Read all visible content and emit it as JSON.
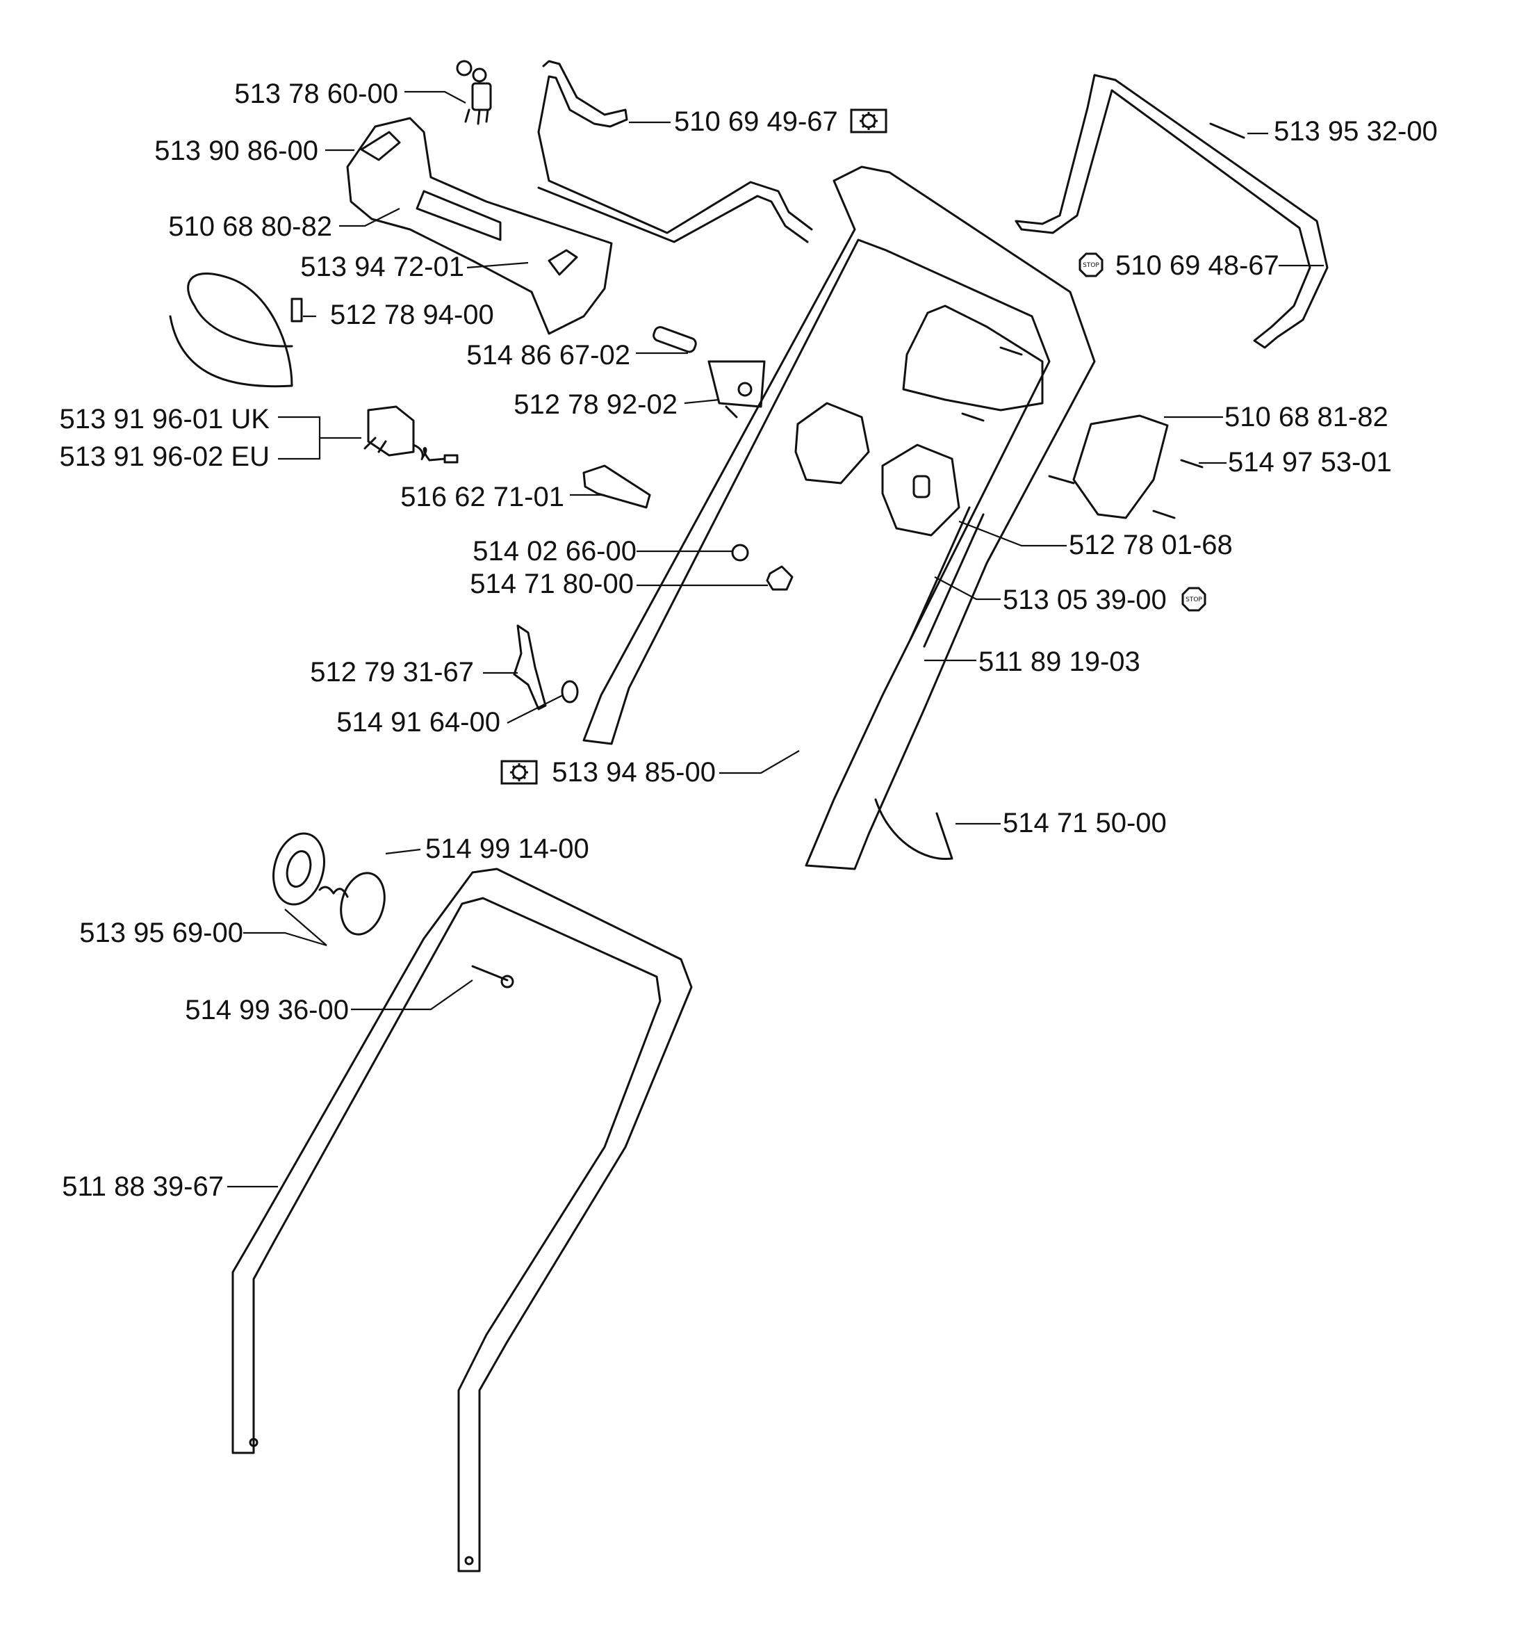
{
  "parts": [
    {
      "id": "p01",
      "number": "513 78 60-00"
    },
    {
      "id": "p02",
      "number": "510 69 49-67",
      "symbol": "gear-box-icon"
    },
    {
      "id": "p03",
      "number": "513 95 32-00"
    },
    {
      "id": "p04",
      "number": "513 90 86-00"
    },
    {
      "id": "p05",
      "number": "510 68 80-82"
    },
    {
      "id": "p06",
      "number": "513 94 72-01"
    },
    {
      "id": "p07",
      "number": "510 69 48-67",
      "symbol": "stop-icon"
    },
    {
      "id": "p08",
      "number": "512 78 94-00"
    },
    {
      "id": "p09",
      "number": "514 86 67-02"
    },
    {
      "id": "p10",
      "number": "512 78 92-02"
    },
    {
      "id": "p11",
      "number": "510 68 81-82"
    },
    {
      "id": "p12",
      "number": "513 91 96-01 UK"
    },
    {
      "id": "p13",
      "number": "513 91 96-02 EU"
    },
    {
      "id": "p14",
      "number": "514 97 53-01"
    },
    {
      "id": "p15",
      "number": "516 62 71-01"
    },
    {
      "id": "p16",
      "number": "512 78 01-68"
    },
    {
      "id": "p17",
      "number": "514 02 66-00"
    },
    {
      "id": "p18",
      "number": "514 71 80-00"
    },
    {
      "id": "p19",
      "number": "513 05 39-00",
      "symbol": "stop-icon"
    },
    {
      "id": "p20",
      "number": "511 89 19-03"
    },
    {
      "id": "p21",
      "number": "512 79 31-67"
    },
    {
      "id": "p22",
      "number": "514 91 64-00"
    },
    {
      "id": "p23",
      "number": "513 94 85-00",
      "symbol": "gear-box-icon"
    },
    {
      "id": "p24",
      "number": "514 71 50-00"
    },
    {
      "id": "p25",
      "number": "514 99 14-00"
    },
    {
      "id": "p26",
      "number": "513 95 69-00"
    },
    {
      "id": "p27",
      "number": "514 99 36-00"
    },
    {
      "id": "p28",
      "number": "511 88 39-67"
    }
  ],
  "symbols": {
    "stop_text": "STOP"
  }
}
